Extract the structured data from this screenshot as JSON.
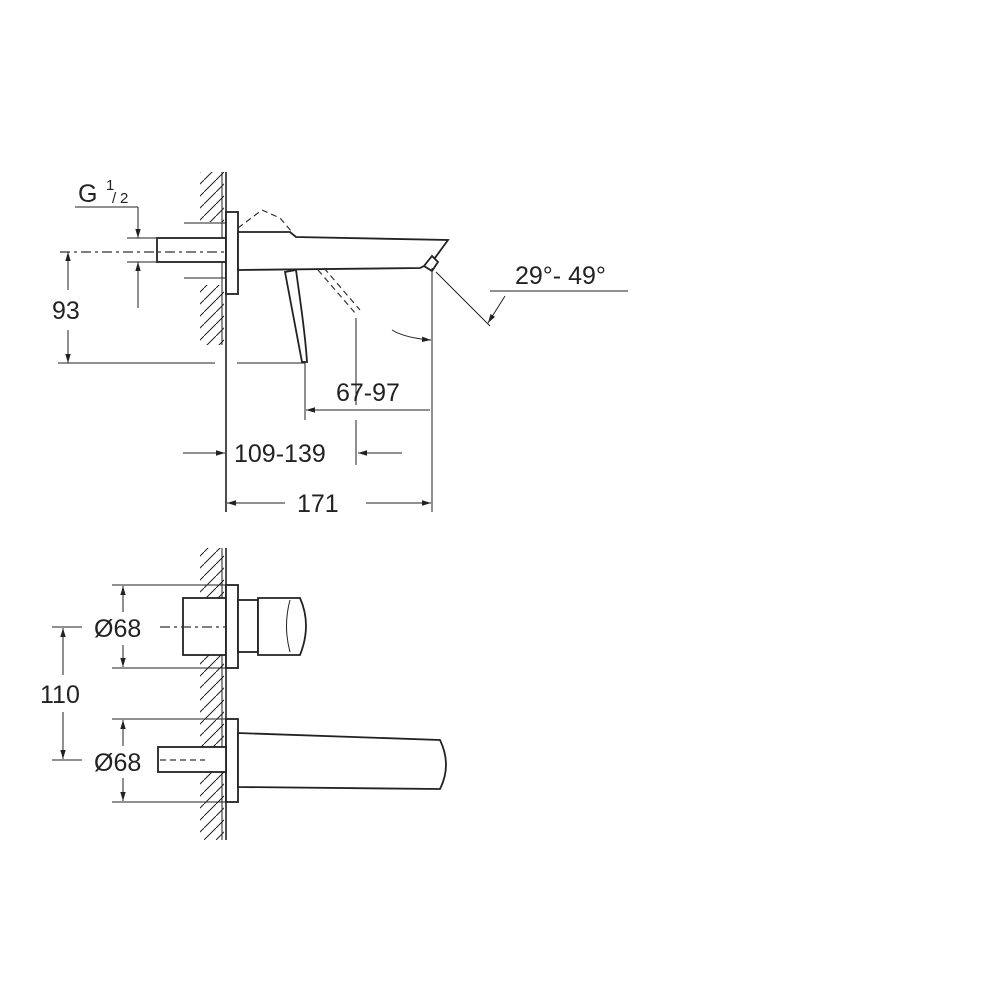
{
  "drawing": {
    "side_view": {
      "thread_label": "G",
      "thread_fraction_num": "1",
      "thread_fraction_den": "2",
      "height_label": "93",
      "spout_reach_label": "67-97",
      "lever_reach_label": "109-139",
      "total_length_label": "171",
      "angle_label": "29°- 49°"
    },
    "front_view": {
      "upper_diameter_label": "Ø68",
      "lower_diameter_label": "Ø68",
      "spacing_label": "110"
    }
  }
}
